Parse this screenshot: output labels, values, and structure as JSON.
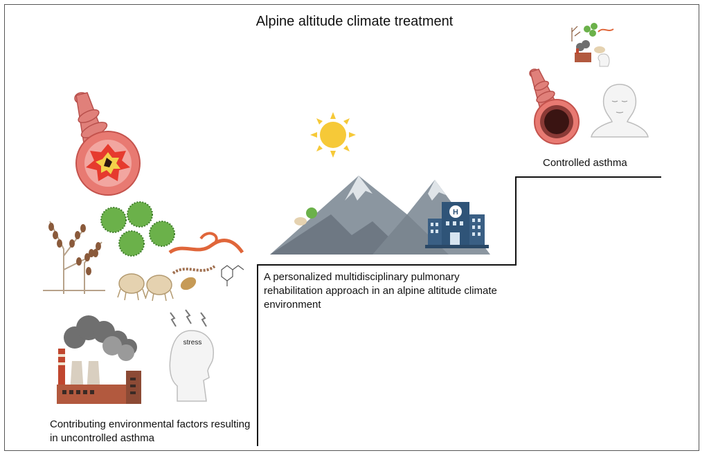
{
  "title": "Alpine altitude climate treatment",
  "steps": [
    {
      "label": "Contributing environmental factors resulting in uncontrolled asthma"
    },
    {
      "label": "A personalized multidisciplinary pulmonary rehabilitation approach in an alpine altitude climate environment"
    },
    {
      "label": "Controlled asthma"
    }
  ],
  "head_label": "stress",
  "icons": {
    "left": [
      "inflamed-airway-icon",
      "pollen-icon",
      "plant-allergen-icon",
      "mites-icon",
      "factory-pollution-icon",
      "stressed-head-icon"
    ],
    "middle": [
      "sun-icon",
      "mountain-icon",
      "hospital-icon"
    ],
    "right": [
      "healthy-airway-icon",
      "calm-head-icon",
      "small-factors-icon"
    ]
  },
  "colors": {
    "airway": "#d9635f",
    "lumen_inflamed": "#e63a2e",
    "sun": "#f6c938",
    "mountain": "#8b96a0",
    "hospital": "#3a5f84",
    "smoke": "#6f6f6f",
    "factory": "#b2593e"
  }
}
